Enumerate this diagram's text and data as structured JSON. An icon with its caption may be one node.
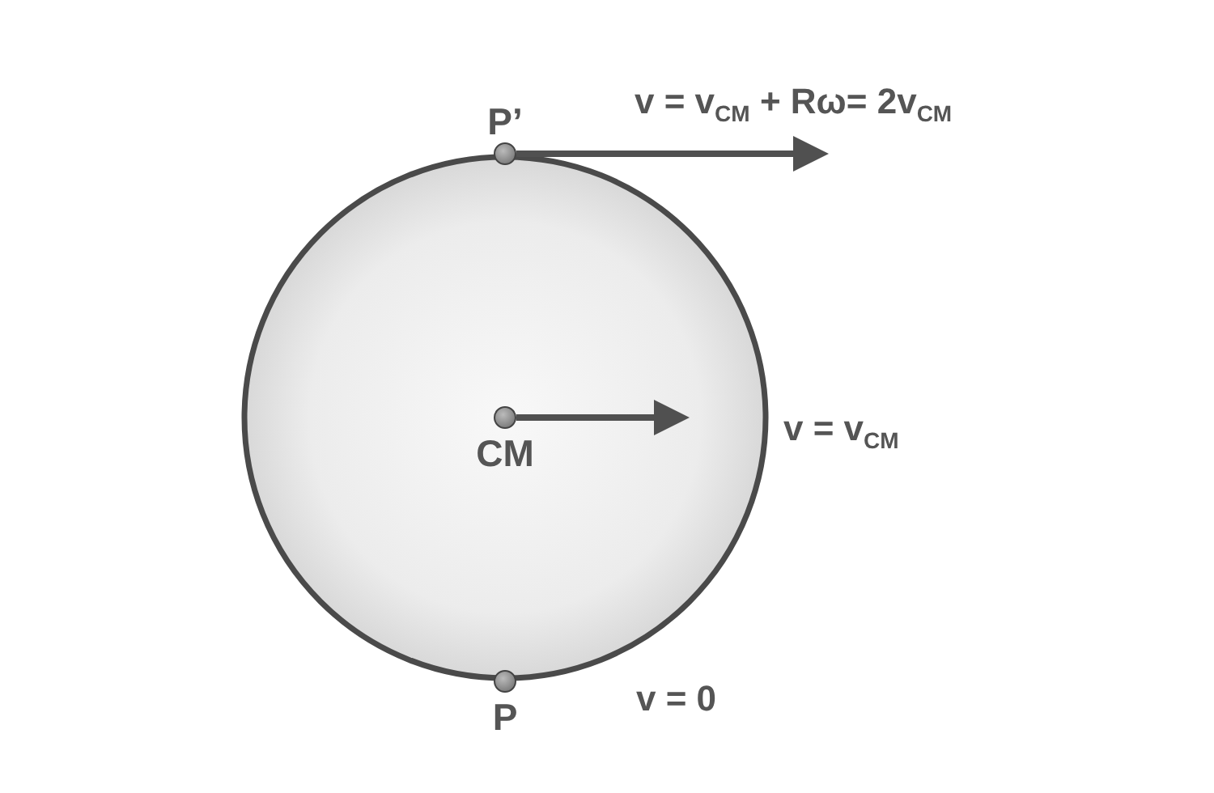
{
  "diagram": {
    "nodes": [
      {
        "text": [],
        "shape": "circle"
      },
      {
        "text": [
          "P’"
        ]
      },
      {
        "text": [
          "CM"
        ],
        "in": 0
      },
      {
        "text": [
          "P"
        ]
      }
    ],
    "labels": [
      "v = v$_{CM}$ + Rω= 2v$_{CM}$",
      "v = v$_{CM}$",
      "v = 0"
    ]
  }
}
